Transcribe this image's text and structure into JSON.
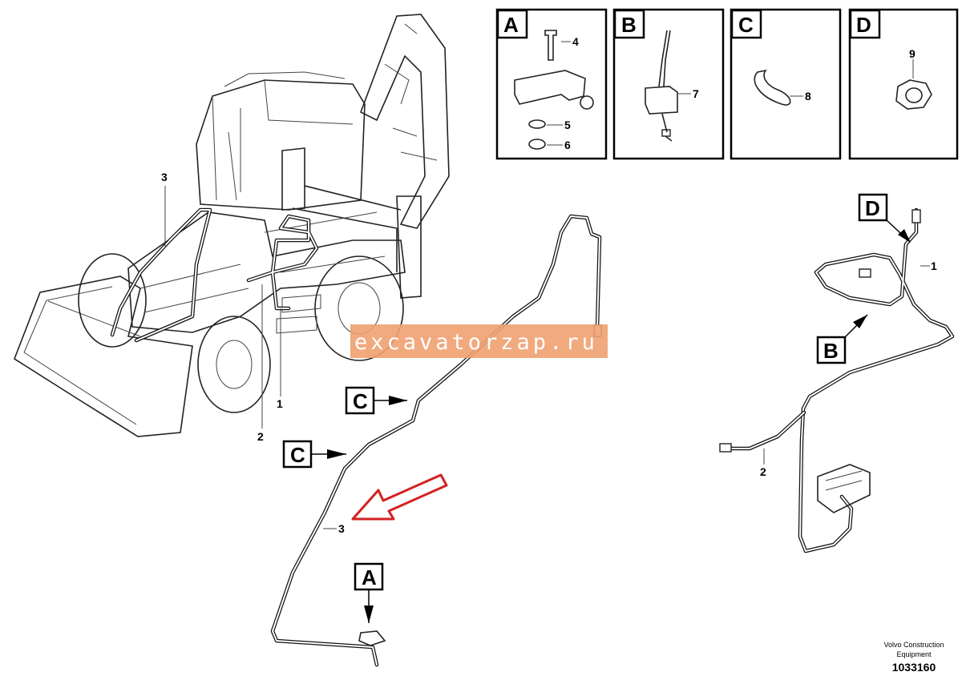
{
  "callouts": {
    "machine_3": "3",
    "machine_2": "2",
    "machine_1": "1",
    "front_1": "1",
    "front_2": "2",
    "rear_3": "3",
    "detail_4": "4",
    "detail_5": "5",
    "detail_6": "6",
    "detail_7": "7",
    "detail_8": "8",
    "detail_9": "9"
  },
  "detail_boxes": {
    "a": "A",
    "b": "B",
    "c": "C",
    "d": "D"
  },
  "ref_tags": {
    "c_upper": "C",
    "c_lower": "C",
    "a_bottom": "A",
    "d_front": "D",
    "b_front": "B"
  },
  "watermark": "excavatorzap.ru",
  "credit": {
    "line1": "Volvo Construction",
    "line2": "Equipment",
    "code": "1033160"
  },
  "colors": {
    "watermark_bg": "#f0a070",
    "arrow": "#d42020"
  }
}
